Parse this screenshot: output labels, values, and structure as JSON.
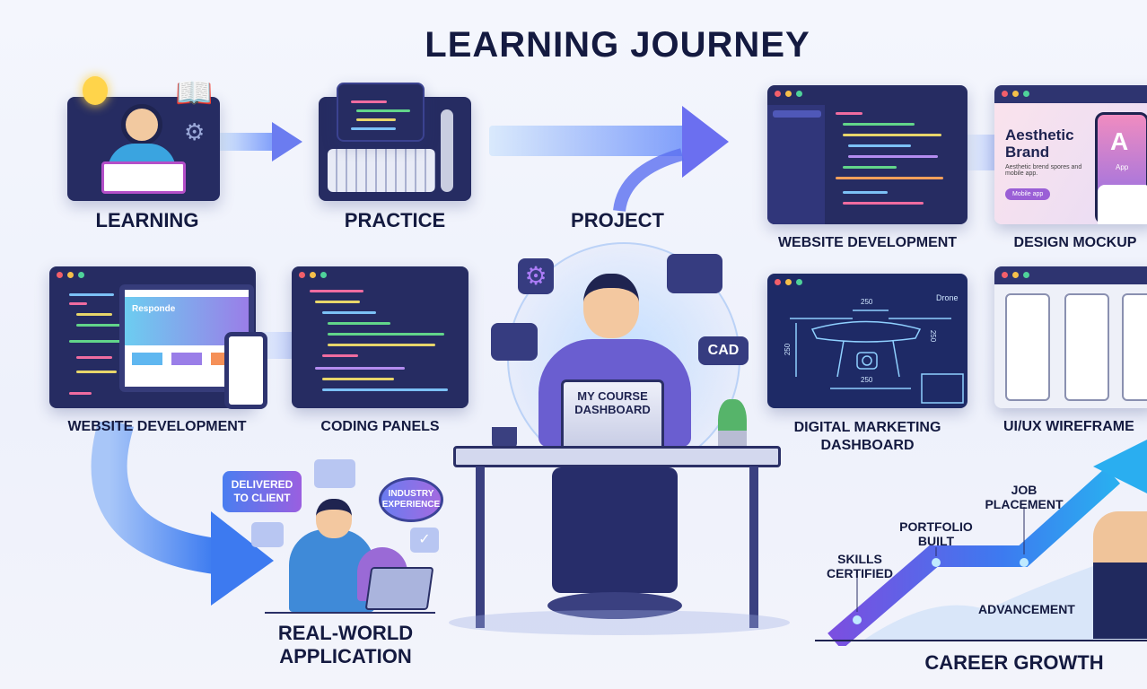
{
  "title": "LEARNING JOURNEY",
  "stages": {
    "learning": "LEARNING",
    "practice": "PRACTICE",
    "project": "PROJECT",
    "website_dev_top": "WEBSITE DEVELOPMENT",
    "design_mockup": "DESIGN MOCKUP",
    "website_dev_left": "WEBSITE DEVELOPMENT",
    "coding_panels": "CODING PANELS",
    "digital_marketing": "DIGITAL MARKETING DASHBOARD",
    "uiux": "UI/UX WIREFRAME",
    "real_world_1": "REAL-WORLD",
    "real_world_2": "APPLICATION",
    "career_growth": "CAREER GROWTH"
  },
  "mockup": {
    "heading": "Aesthetic Brand",
    "sub": "Aesthetic brend spores and mobile app.",
    "button": "Mobile app",
    "app_label": "App",
    "app_letter": "A"
  },
  "responsive": {
    "heading": "Responde"
  },
  "drone": {
    "label": "Drone",
    "dim_top": "250",
    "dim_bottom": "250",
    "dim_left": "250",
    "dim_right": "250"
  },
  "center": {
    "laptop_line1": "MY COURSE",
    "laptop_line2": "DASHBOARD",
    "cad": "CAD"
  },
  "real_world": {
    "delivered": "DELIVERED TO CLIENT",
    "industry": "INDUSTRY EXPERIENCE"
  },
  "career": {
    "skills": "SKILLS CERTIFIED",
    "portfolio": "PORTFOLIO BUILT",
    "job": "JOB PLACEMENT",
    "advancement": "ADVANCEMENT"
  },
  "colors": {
    "navy": "#262c62",
    "accent_blue": "#3b82f6",
    "accent_purple": "#7c4ddb",
    "text": "#141a40"
  },
  "icons": [
    "lightbulb-icon",
    "book-icon",
    "gear-icon",
    "wrench-icon",
    "keyboard-icon",
    "chat-icon",
    "code-icon",
    "check-icon",
    "coffee-mug-icon",
    "plant-icon"
  ]
}
